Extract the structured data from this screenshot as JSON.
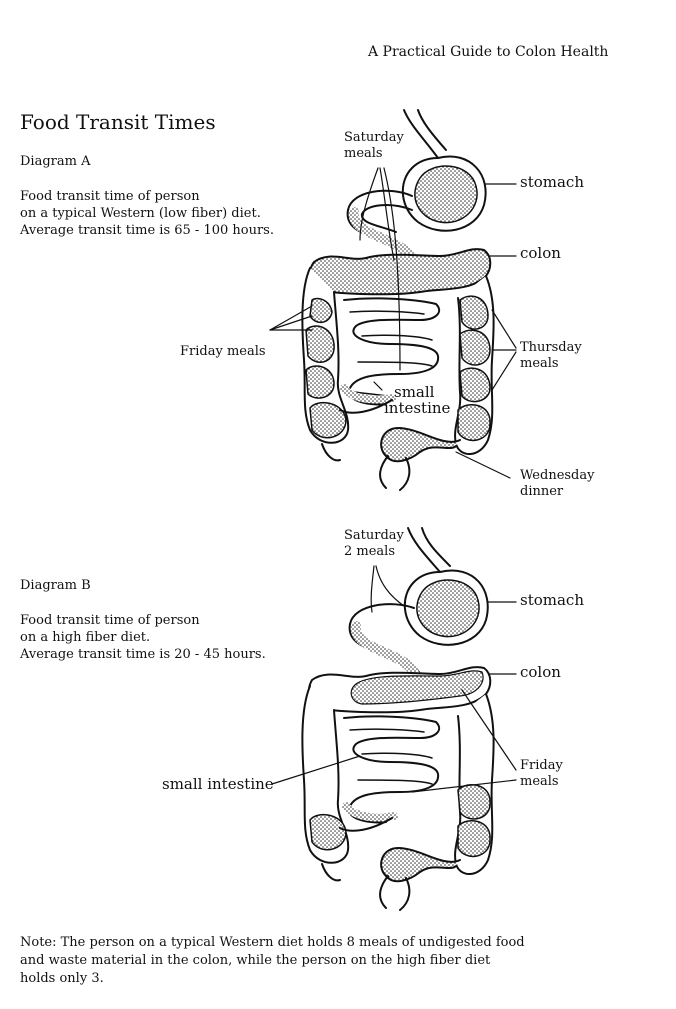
{
  "header": {
    "running_title": "A Practical Guide to Colon Health"
  },
  "page_title": "Food Transit Times",
  "diagram_a": {
    "label": "Diagram A",
    "description": [
      "Food transit time of person",
      "on a typical Western (low fiber) diet.",
      "Average transit time is 65 - 100 hours."
    ],
    "annotations": {
      "saturday": [
        "Saturday",
        "meals"
      ],
      "stomach": "stomach",
      "colon": "colon",
      "friday": "Friday meals",
      "thursday": [
        "Thursday",
        "meals"
      ],
      "small_intestine": [
        "small",
        "intestine"
      ],
      "wednesday": [
        "Wednesday",
        "dinner"
      ]
    }
  },
  "diagram_b": {
    "label": "Diagram B",
    "description": [
      "Food transit time of person",
      "on a high fiber diet.",
      "Average transit time is 20 - 45 hours."
    ],
    "annotations": {
      "saturday": [
        "Saturday",
        "2 meals"
      ],
      "stomach": "stomach",
      "colon": "colon",
      "small_intestine": "small intestine",
      "friday": [
        "Friday",
        "meals"
      ]
    }
  },
  "note": [
    "Note: The person on a typical Western diet holds 8 meals of undigested food",
    "and waste material in the colon, while the person on the high fiber diet",
    "holds only 3."
  ]
}
